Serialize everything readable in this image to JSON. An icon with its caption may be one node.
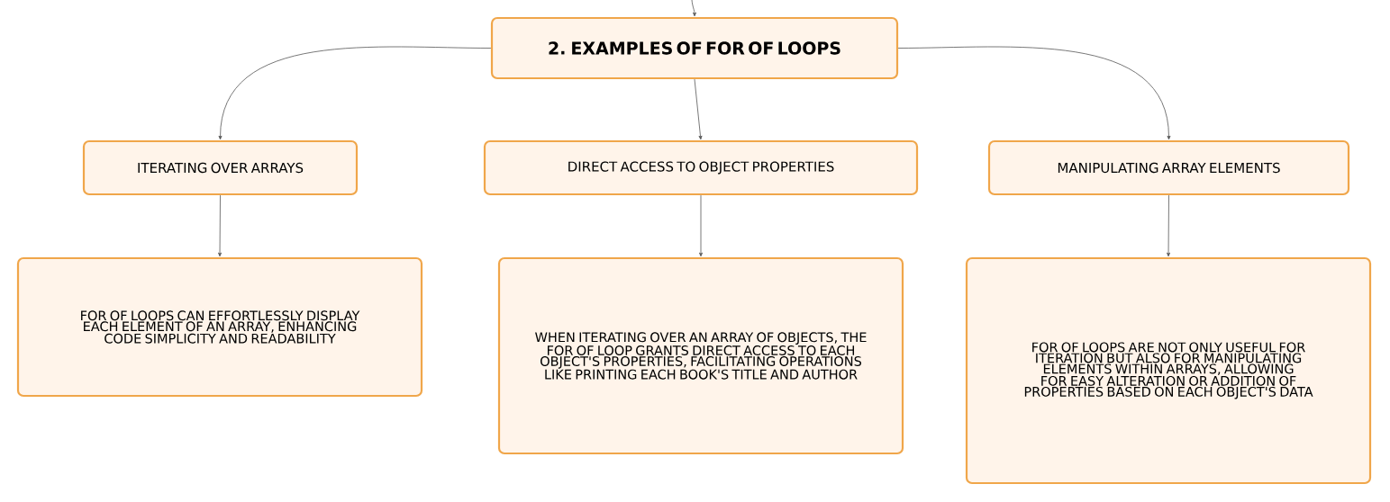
{
  "diagram": {
    "nodes": [
      {
        "text": [
          "2. EXAMPLES OF FOR OF LOOPS"
        ]
      },
      {
        "text": [
          "ITERATING OVER ARRAYS"
        ]
      },
      {
        "text": [
          "DIRECT ACCESS TO OBJECT PROPERTIES"
        ]
      },
      {
        "text": [
          "MANIPULATING ARRAY ELEMENTS"
        ]
      },
      {
        "text": [
          "FOR OF LOOPS CAN EFFORTLESSLY DISPLAY EACH ELEMENT OF AN ARRAY, ENHANCING CODE SIMPLICITY AND READABILITY"
        ]
      },
      {
        "text": [
          "WHEN ITERATING OVER AN ARRAY OF OBJECTS, THE FOR OF LOOP GRANTS DIRECT ACCESS TO EACH OBJECT'S PROPERTIES, FACILITATING OPERATIONS LIKE PRINTING EACH BOOK'S TITLE AND AUTHOR"
        ]
      },
      {
        "text": [
          "FOR OF LOOPS ARE NOT ONLY USEFUL FOR ITERATION BUT ALSO FOR MANIPULATING ELEMENTS WITHIN ARRAYS, ALLOWING FOR EASY ALTERATION OR ADDITION OF PROPERTIES BASED ON EACH OBJECT'S DATA"
        ]
      }
    ],
    "edges": [
      {
        "from": null,
        "to": 0,
        "arrow": "to"
      },
      {
        "from": 0,
        "to": 1,
        "arrow": "to"
      },
      {
        "from": 0,
        "to": 2,
        "arrow": "to"
      },
      {
        "from": 0,
        "to": 3,
        "arrow": "to"
      },
      {
        "from": 1,
        "to": 4,
        "arrow": "to"
      },
      {
        "from": 2,
        "to": 5,
        "arrow": "to"
      },
      {
        "from": 3,
        "to": 6,
        "arrow": "to"
      }
    ]
  }
}
